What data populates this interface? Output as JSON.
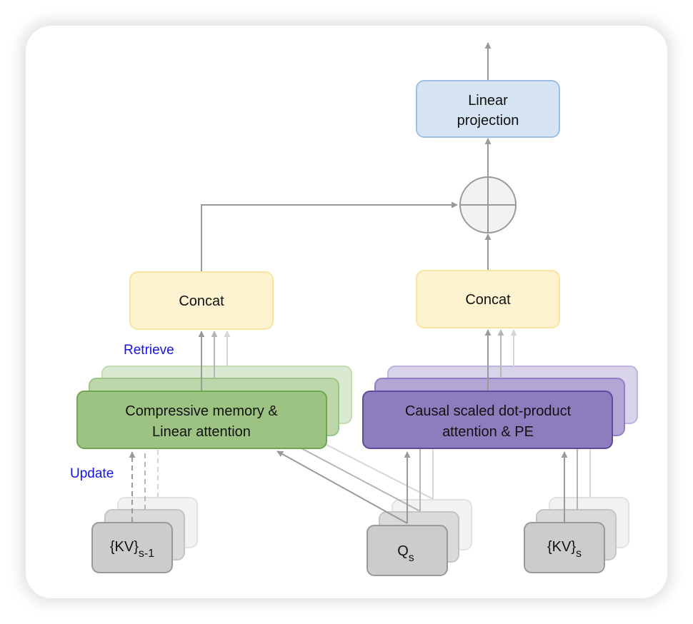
{
  "diagram": {
    "nodes": {
      "linear_projection": {
        "line1": "Linear",
        "line2": "projection"
      },
      "concat_left": "Concat",
      "concat_right": "Concat",
      "memory": {
        "line1": "Compressive memory &",
        "line2": "Linear attention"
      },
      "attention": {
        "line1": "Causal scaled dot-product",
        "line2": "attention & PE"
      },
      "kv_prev": {
        "base": "{KV}",
        "sub": "s-1"
      },
      "query": {
        "base": "Q",
        "sub": "s"
      },
      "kv_cur": {
        "base": "{KV}",
        "sub": "s"
      },
      "sum_icon": "plus-circle"
    },
    "labels": {
      "retrieve": "Retrieve",
      "update": "Update"
    },
    "colors": {
      "label_blue": "#1414e6",
      "projection_fill": "#d5e3f3",
      "projection_stroke": "#9dbfe2",
      "concat_fill": "#fdf3d0",
      "concat_stroke": "#f9e3a0",
      "memory_fill": "#9dc383",
      "memory_stroke": "#6fa652",
      "attention_fill": "#8d7dbf",
      "attention_stroke": "#5b4b9e",
      "input_fill": "#cccccc",
      "input_stroke": "#999999",
      "arrow": "#999999"
    }
  }
}
